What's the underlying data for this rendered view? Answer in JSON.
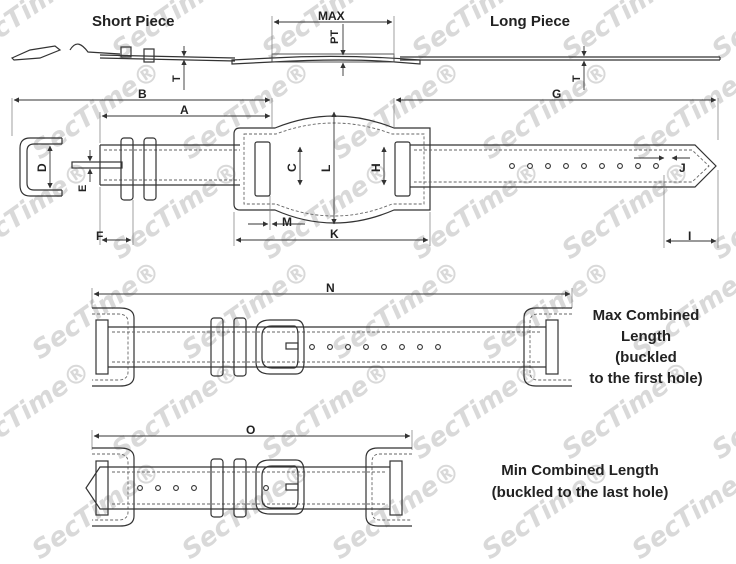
{
  "watermark": "SecTime®",
  "titles": {
    "short_piece": "Short Piece",
    "long_piece": "Long Piece"
  },
  "dimensions": {
    "max": "MAX",
    "pt": "PT",
    "t_left": "T",
    "t_right": "T",
    "a": "A",
    "b": "B",
    "c": "C",
    "d": "D",
    "e": "E",
    "f": "F",
    "g": "G",
    "h": "H",
    "i": "I",
    "j": "J",
    "k": "K",
    "l": "L",
    "m": "M",
    "n": "N",
    "o": "O"
  },
  "captions": {
    "max_line1": "Max Combined",
    "max_line2": "Length",
    "max_line3": "(buckled",
    "max_line4": "to the first hole)",
    "min_line1": "Min Combined Length",
    "min_line2": "(buckled to the last hole)"
  }
}
